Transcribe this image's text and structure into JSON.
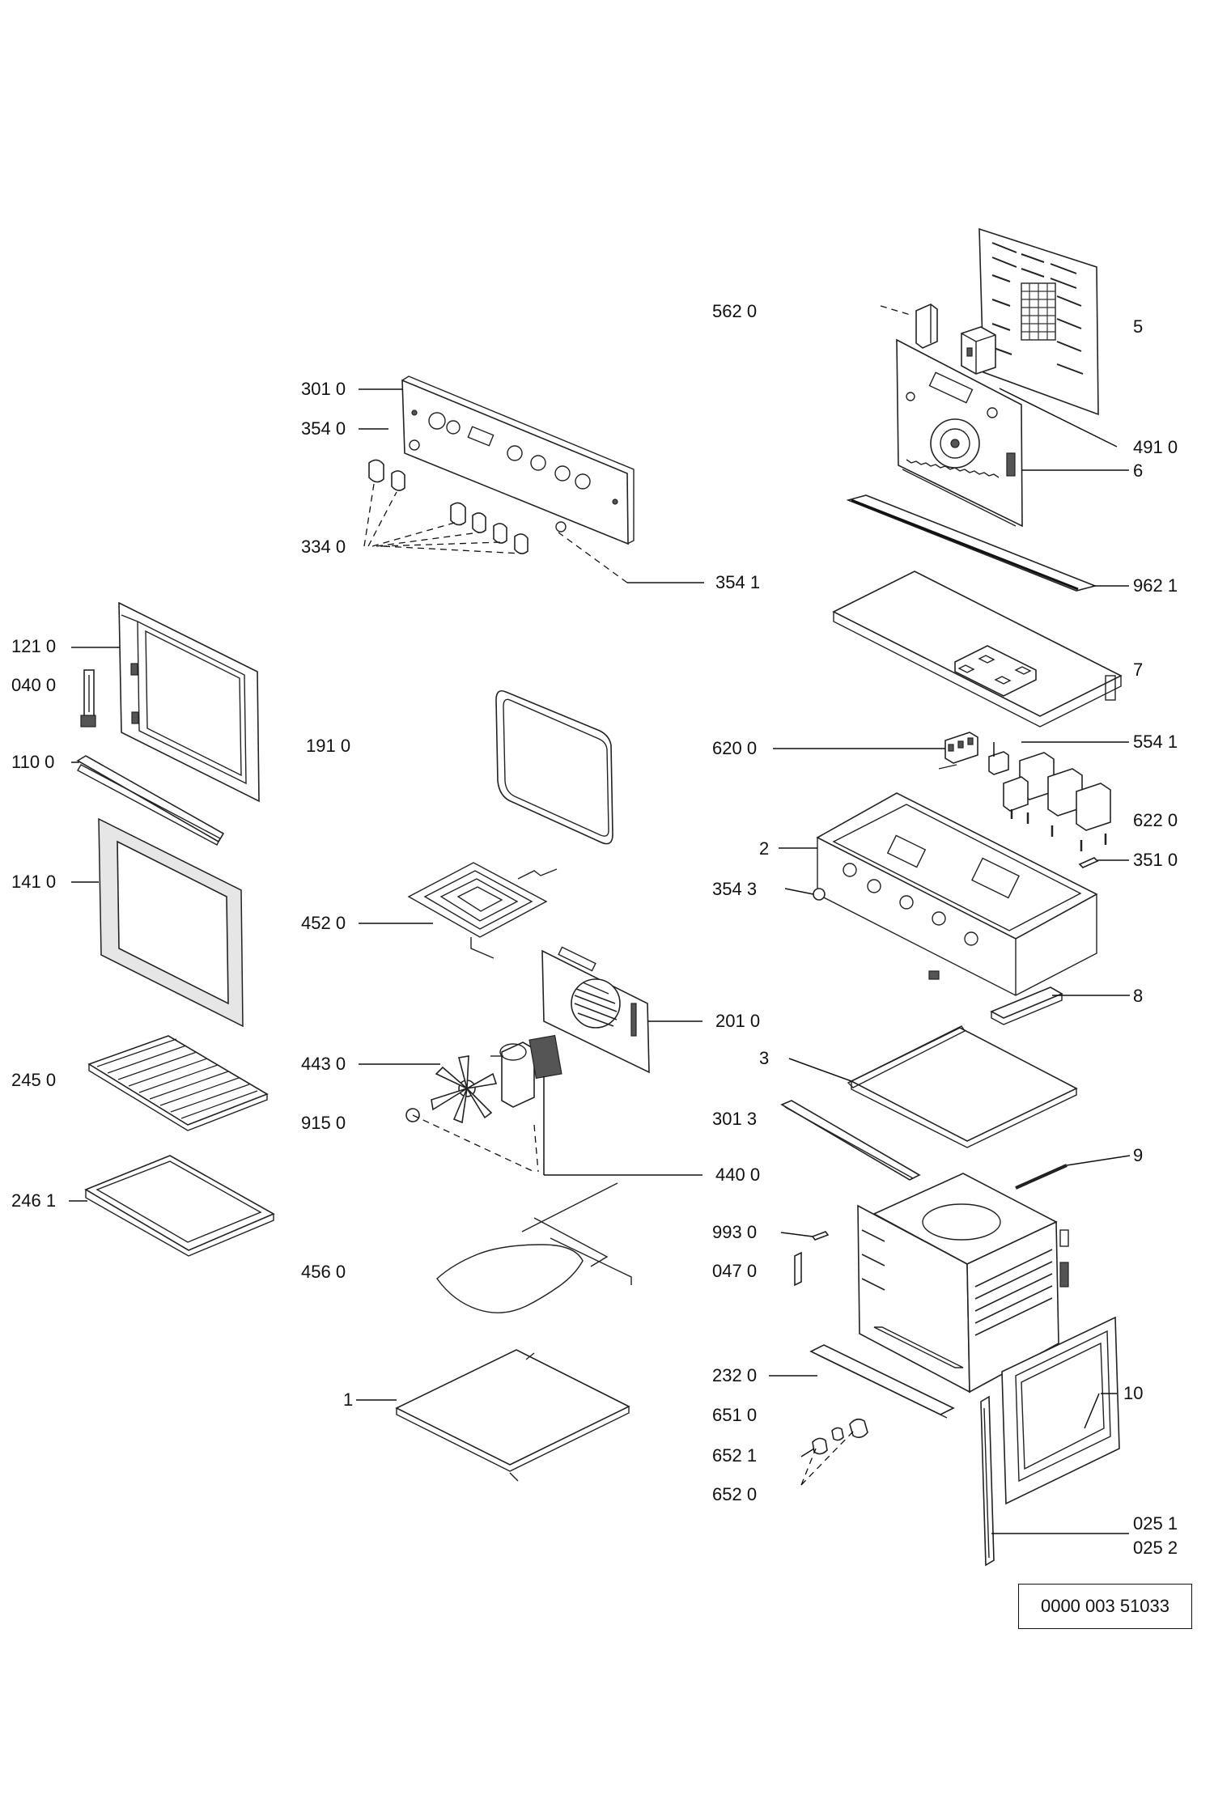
{
  "parts": [
    {
      "id": "p5620",
      "text": "562 0"
    },
    {
      "id": "p5",
      "text": "5"
    },
    {
      "id": "p3010",
      "text": "301 0"
    },
    {
      "id": "p3540",
      "text": "354 0"
    },
    {
      "id": "p4910",
      "text": "491 0"
    },
    {
      "id": "p6",
      "text": "6"
    },
    {
      "id": "p3340",
      "text": "334 0"
    },
    {
      "id": "p3541",
      "text": "354 1"
    },
    {
      "id": "p9621",
      "text": "962 1"
    },
    {
      "id": "p1210",
      "text": "121 0"
    },
    {
      "id": "p0400",
      "text": "040 0"
    },
    {
      "id": "p7",
      "text": "7"
    },
    {
      "id": "p1910",
      "text": "191 0"
    },
    {
      "id": "p6200",
      "text": "620 0"
    },
    {
      "id": "p5541",
      "text": "554 1"
    },
    {
      "id": "p1100",
      "text": "110 0"
    },
    {
      "id": "p6220",
      "text": "622 0"
    },
    {
      "id": "p2",
      "text": "2"
    },
    {
      "id": "p1410",
      "text": "141 0"
    },
    {
      "id": "p3510",
      "text": "351 0"
    },
    {
      "id": "p3543",
      "text": "354 3"
    },
    {
      "id": "p4520",
      "text": "452 0"
    },
    {
      "id": "p8",
      "text": "8"
    },
    {
      "id": "p2010",
      "text": "201 0"
    },
    {
      "id": "p3",
      "text": "3"
    },
    {
      "id": "p4430",
      "text": "443 0"
    },
    {
      "id": "p2450",
      "text": "245 0"
    },
    {
      "id": "p9150",
      "text": "915 0"
    },
    {
      "id": "p3013",
      "text": "301 3"
    },
    {
      "id": "p9",
      "text": "9"
    },
    {
      "id": "p4400",
      "text": "440 0"
    },
    {
      "id": "p2461",
      "text": "246 1"
    },
    {
      "id": "p9930",
      "text": "993 0"
    },
    {
      "id": "p4560",
      "text": "456 0"
    },
    {
      "id": "p0470",
      "text": "047 0"
    },
    {
      "id": "p1",
      "text": "1"
    },
    {
      "id": "p2320",
      "text": "232 0"
    },
    {
      "id": "p10",
      "text": "10"
    },
    {
      "id": "p6510",
      "text": "651 0"
    },
    {
      "id": "p6521",
      "text": "652 1"
    },
    {
      "id": "p6520",
      "text": "652 0"
    },
    {
      "id": "p0251",
      "text": "025 1"
    },
    {
      "id": "p0252",
      "text": "025 2"
    }
  ],
  "document_number": "0000 003 51033"
}
